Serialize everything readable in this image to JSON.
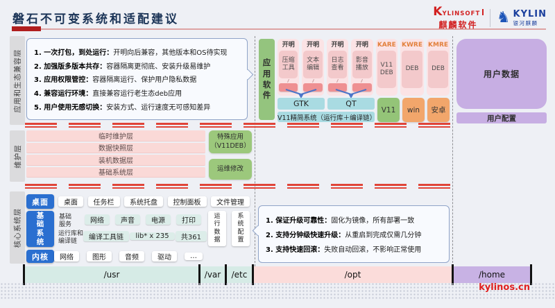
{
  "header": {
    "title": "磐石不可变系统和适配建议",
    "brand": {
      "kylinsoft_k": "K",
      "kylinsoft_rest": "YLINSOFT",
      "kylinsoft_cn": "麒麟软件",
      "kylin_en": "KYLIN",
      "kylin_cn": "银河麒麟"
    }
  },
  "side_labels": {
    "app": "应用和生态兼容层",
    "maintain": "维护层",
    "core": "核心系统层"
  },
  "top_notes": {
    "items": [
      {
        "lead": "1. 一次打包，到处运行：",
        "rest": "开明向后兼容，其他版本和OS待实现"
      },
      {
        "lead": "2. 加强版多版本共存：",
        "rest": "容器隔离更彻底、安装升级易维护"
      },
      {
        "lead": "3. 应用权限管控：",
        "rest": "容器隔离运行、保护用户隐私数据"
      },
      {
        "lead": "4. 兼容运行环境：",
        "rest": "直接兼容运行老生态deb应用"
      },
      {
        "lead": "5. 用户使用无感切换：",
        "rest": "安装方式、运行速度无可感知差异"
      }
    ]
  },
  "app_area": {
    "software_label": "应用软件",
    "kaiming": [
      {
        "header": "开明",
        "name": "压缩工具"
      },
      {
        "header": "开明",
        "name": "文本编辑"
      },
      {
        "header": "开明",
        "name": "日志查看"
      },
      {
        "header": "开明",
        "name": "影音播放"
      }
    ],
    "runtimes": [
      {
        "header": "KARE",
        "pkg": "V11 DEB",
        "base": "V11"
      },
      {
        "header": "KWRE",
        "pkg": "DEB",
        "base": "win"
      },
      {
        "header": "KMRE",
        "pkg": "DEB",
        "base": "安卓"
      }
    ],
    "gtk": "GTK",
    "qt": "QT",
    "v11_bar": "V11精简系统（运行库＋编译链）"
  },
  "user_area": {
    "data": "用户数据",
    "config": "用户配置"
  },
  "maintain_area": {
    "rows": [
      "临时维护层",
      "数据快照层",
      "装机数据层",
      "基础系统层"
    ],
    "special_line1": "特殊应用",
    "special_line2": "（V11DEB）",
    "ops": "运维修改"
  },
  "core_area": {
    "desktop_label": "桌面",
    "desktop_items": [
      "桌面",
      "任务栏",
      "系统托盘",
      "控制面板",
      "文件管理"
    ],
    "base_label": "基础系统",
    "services_label": "基础服务",
    "services": [
      "网络",
      "声音",
      "电源",
      "打印"
    ],
    "runtime_label": "运行库和编译链",
    "runtime_items": [
      "编译工具链",
      "lib* x 235",
      "共361"
    ],
    "side_boxes": [
      "运行数据",
      "系统配置"
    ],
    "kernel_label": "内核",
    "kernel_items": [
      "网络",
      "图形",
      "音频",
      "驱动",
      "…"
    ]
  },
  "bottom_notes": {
    "items": [
      {
        "lead": "1. 保证升级可靠性：",
        "rest": "固化为镜像，所有部署一致"
      },
      {
        "lead": "2. 支持分钟级快速升级：",
        "rest": "从重启到完成仅需几分钟"
      },
      {
        "lead": "3. 支持快速回滚：",
        "rest": "失败自动回滚，不影响正常使用"
      }
    ]
  },
  "partitions": {
    "usr": "/usr",
    "var": "/var",
    "etc": "/etc",
    "opt": "/opt",
    "home": "/home"
  },
  "footer": {
    "site": "kylinos.cn"
  },
  "colors": {
    "accent_red": "#b01e1e",
    "blue_label": "#2a6fd0",
    "green": "#9cc87c",
    "cyan": "#a9dbe2",
    "purple": "#c7aee3",
    "pink": "#f3c9cb",
    "orange": "#f2a66b"
  }
}
